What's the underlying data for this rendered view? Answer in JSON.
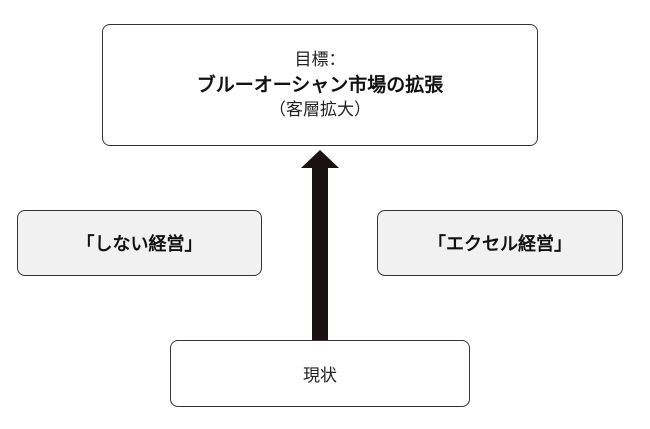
{
  "goal": {
    "prefix": "目標：",
    "title": "ブルーオーシャン市場の拡張",
    "subtitle": "（客層拡大）"
  },
  "left_box": {
    "label": "「しない経営」"
  },
  "right_box": {
    "label": "「エクセル経営」"
  },
  "current": {
    "label": "現状"
  },
  "colors": {
    "arrow": "#1a1212",
    "side_box_fill": "#f1f1f1",
    "border": "#333333"
  }
}
